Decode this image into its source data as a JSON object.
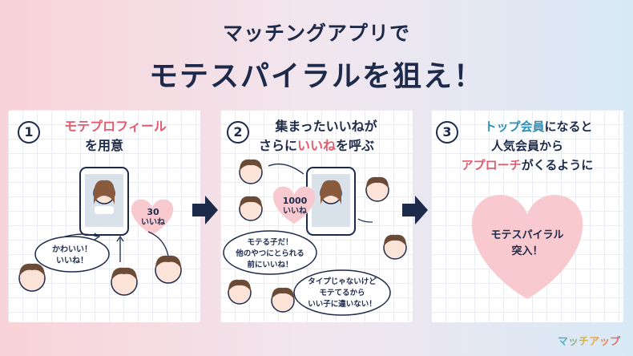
{
  "title": {
    "line1": "マッチングアプリで",
    "line2": "モテスパイラルを狙え！"
  },
  "panels": [
    {
      "number": "1",
      "heading_pink": "モテプロフィール",
      "heading_rest": "を用意",
      "likes_number": "30",
      "likes_label": "いいね",
      "bubble": [
        "かわいい！",
        "いいね！"
      ]
    },
    {
      "number": "2",
      "heading_line1": "集まったいいねが",
      "heading_pre": "さらに",
      "heading_pink": "いいね",
      "heading_post": "を呼ぶ",
      "likes_number": "1000",
      "likes_label": "いいね",
      "bubble1": [
        "モテる子だ！",
        "他のやつにとられる",
        "前にいいね！"
      ],
      "bubble2": [
        "タイプじゃないけど",
        "モテてるから",
        "いい子に違いない！"
      ]
    },
    {
      "number": "3",
      "heading_blue": "トップ会員",
      "heading_rest1": "になると",
      "heading_line2": "人気会員から",
      "heading_pink": "アプローチ",
      "heading_rest3": "がくるように",
      "heart_text": [
        "モテスパイラル",
        "突入！"
      ]
    }
  ],
  "logo": "マッチアップ",
  "colors": {
    "navy": "#1e2a4a",
    "pink": "#e35b6e",
    "heart": "#f8c9cf",
    "blue": "#2a8fb8"
  }
}
